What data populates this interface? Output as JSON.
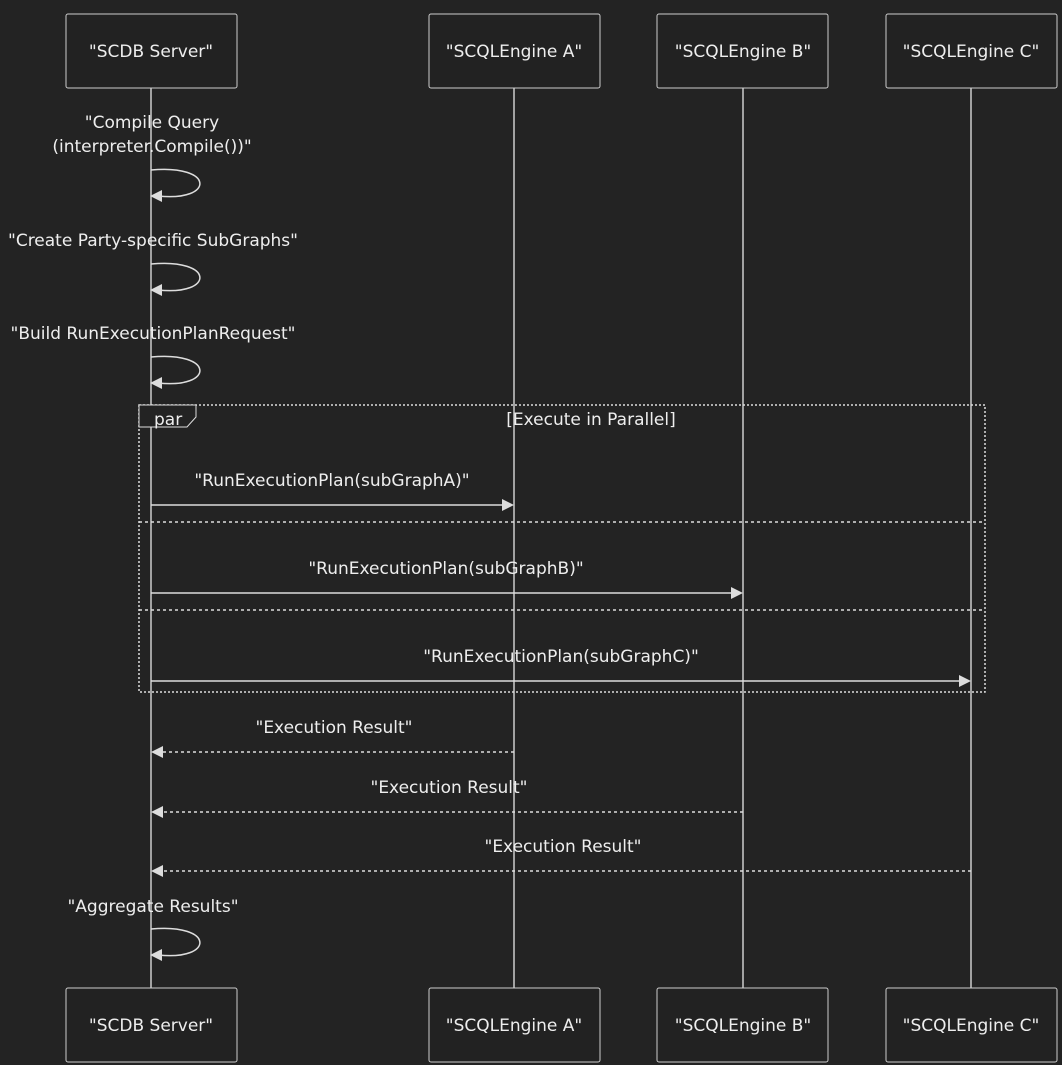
{
  "diagram": {
    "actors": [
      {
        "id": "scdb",
        "label": "\"SCDB Server\""
      },
      {
        "id": "a",
        "label": "\"SCQLEngine A\""
      },
      {
        "id": "b",
        "label": "\"SCQLEngine B\""
      },
      {
        "id": "c",
        "label": "\"SCQLEngine C\""
      }
    ],
    "self_messages": [
      {
        "id": "compile",
        "lines": [
          "\"Compile Query",
          "(interpreter.Compile())\""
        ]
      },
      {
        "id": "subgraphs",
        "lines": [
          "\"Create Party-specific SubGraphs\""
        ]
      },
      {
        "id": "build",
        "lines": [
          "\"Build RunExecutionPlanRequest\""
        ]
      },
      {
        "id": "aggregate",
        "lines": [
          "\"Aggregate Results\""
        ]
      }
    ],
    "par_frame": {
      "keyword": "par",
      "condition": "[Execute in Parallel]"
    },
    "messages": [
      {
        "id": "run-a",
        "from": "scdb",
        "to": "a",
        "label": "\"RunExecutionPlan(subGraphA)\"",
        "style": "solid"
      },
      {
        "id": "run-b",
        "from": "scdb",
        "to": "b",
        "label": "\"RunExecutionPlan(subGraphB)\"",
        "style": "solid"
      },
      {
        "id": "run-c",
        "from": "scdb",
        "to": "c",
        "label": "\"RunExecutionPlan(subGraphC)\"",
        "style": "solid"
      },
      {
        "id": "result-a",
        "from": "a",
        "to": "scdb",
        "label": "\"Execution Result\"",
        "style": "dashed"
      },
      {
        "id": "result-b",
        "from": "b",
        "to": "scdb",
        "label": "\"Execution Result\"",
        "style": "dashed"
      },
      {
        "id": "result-c",
        "from": "c",
        "to": "scdb",
        "label": "\"Execution Result\"",
        "style": "dashed"
      }
    ]
  }
}
